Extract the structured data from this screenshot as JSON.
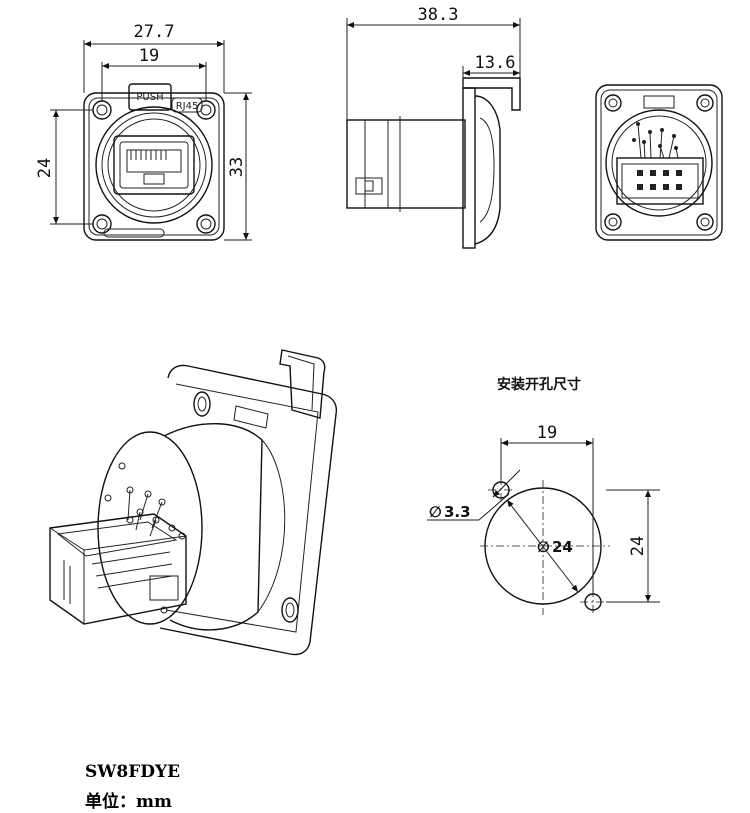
{
  "front_view": {
    "width_outer": "27.7",
    "width_inner": "19",
    "height_inner": "24",
    "height_outer": "33",
    "label_push": "PUSH",
    "label_rj45": "RJ45"
  },
  "side_view": {
    "depth_total": "38.3",
    "depth_flange": "13.6"
  },
  "cutout": {
    "title": "安装开孔尺寸",
    "spacing": "19",
    "hole_diameter": "3.3",
    "main_diameter": "24",
    "height": "24",
    "diameter_symbol": "∅"
  },
  "caption": {
    "model": "SW8FDYE",
    "unit": "单位：mm"
  }
}
